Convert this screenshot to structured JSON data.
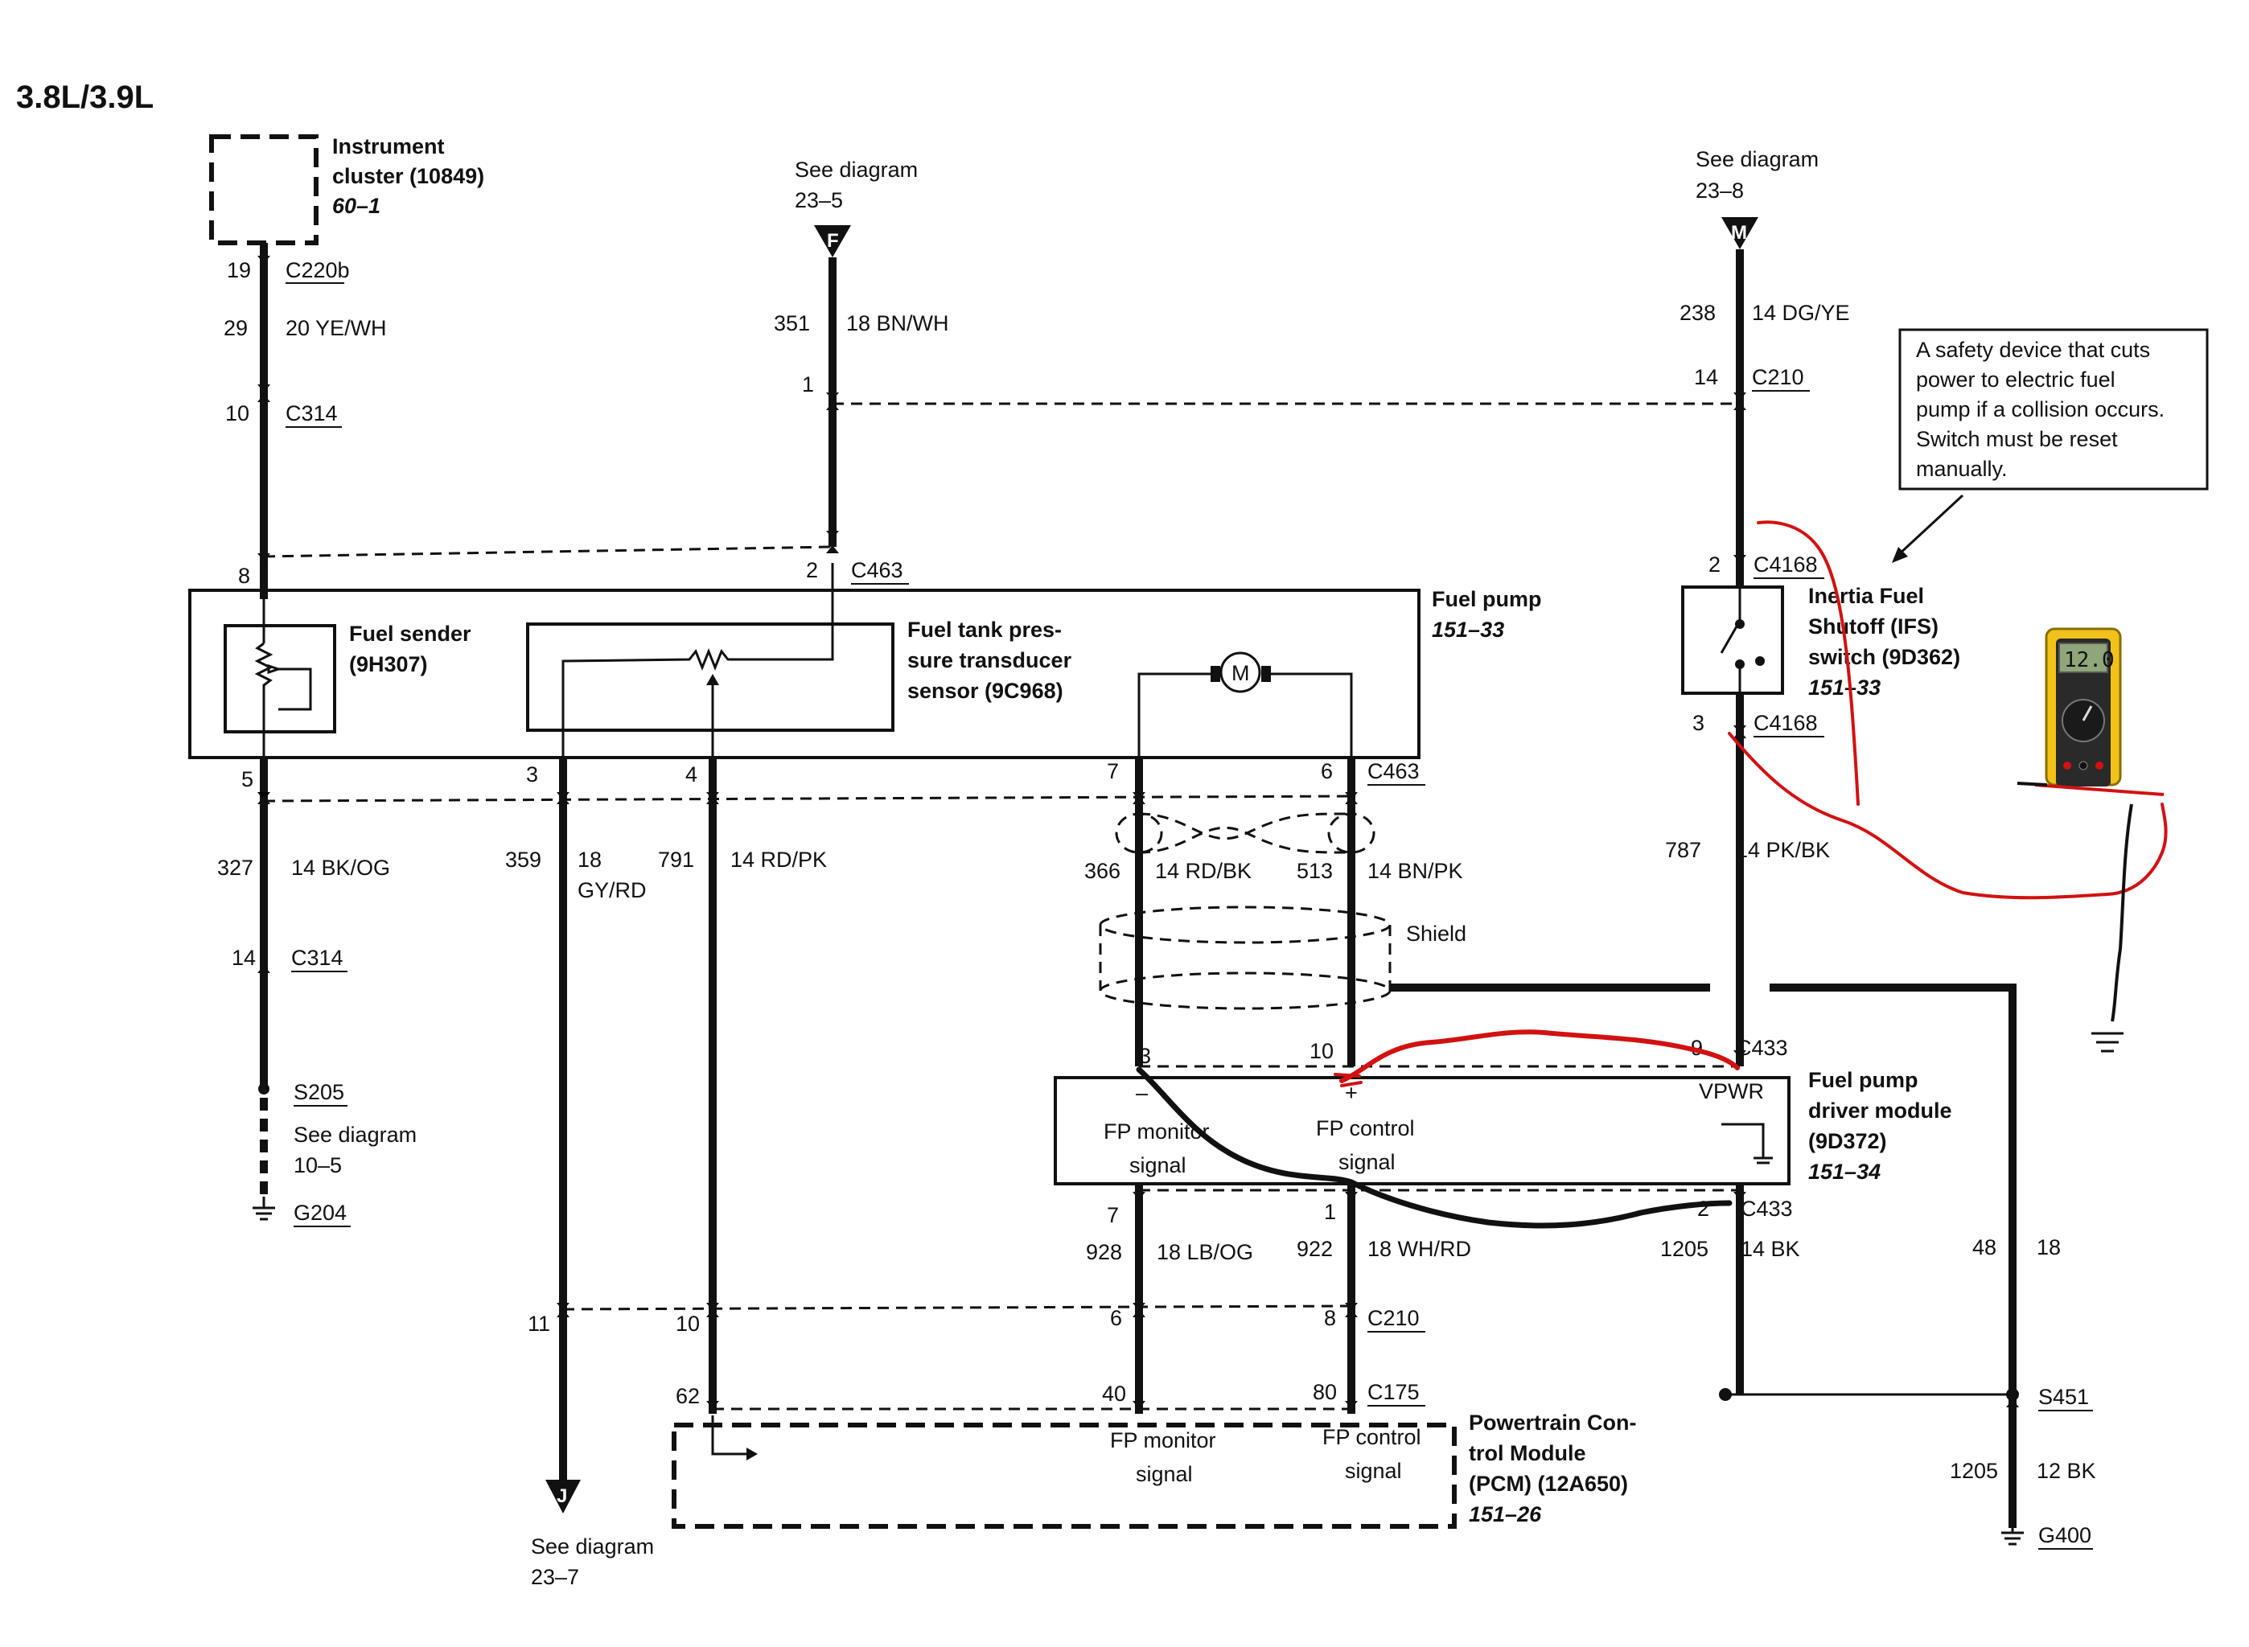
{
  "title": "3.8L/3.9L",
  "components": {
    "instrument_cluster": {
      "name_l1": "Instrument",
      "name_l2": "cluster (10849)",
      "ref": "60–1"
    },
    "fuel_pump": {
      "name": "Fuel pump",
      "ref": "151–33"
    },
    "fuel_sender": {
      "name_l1": "Fuel sender",
      "name_l2": "(9H307)"
    },
    "fuel_tank_sensor": {
      "name_l1": "Fuel tank pres-",
      "name_l2": "sure transducer",
      "name_l3": "sensor (9C968)"
    },
    "motor_symbol": "M",
    "ifs_switch": {
      "name_l1": "Inertia Fuel",
      "name_l2": "Shutoff (IFS)",
      "name_l3": "switch (9D362)",
      "ref": "151–33"
    },
    "fpdm": {
      "name_l1": "Fuel pump",
      "name_l2": "driver module",
      "name_l3": "(9D372)",
      "ref": "151–34",
      "vpwr": "VPWR",
      "minus": "–",
      "plus": "+",
      "monitor_l1": "FP monitor",
      "monitor_l2": "signal",
      "control_l1": "FP control",
      "control_l2": "signal"
    },
    "pcm": {
      "name_l1": "Powertrain Con-",
      "name_l2": "trol Module",
      "name_l3": "(PCM) (12A650)",
      "ref": "151–26",
      "monitor_l1": "FP monitor",
      "monitor_l2": "signal",
      "control_l1": "FP control",
      "control_l2": "signal"
    },
    "shield": "Shield"
  },
  "callout": {
    "lines": [
      "A safety device that cuts",
      "power to electric fuel",
      "pump if a collision occurs.",
      "Switch must be reset",
      "manually."
    ]
  },
  "see_diagram": {
    "f": {
      "label": "See diagram",
      "ref": "23–5",
      "letter": "F"
    },
    "m": {
      "label": "See diagram",
      "ref": "23–8",
      "letter": "M"
    },
    "j": {
      "label": "See diagram",
      "ref": "23–7",
      "letter": "J"
    },
    "s205": {
      "label": "See diagram",
      "ref": "10–5"
    }
  },
  "connectors": {
    "c220b": "C220b",
    "c314_top": "C314",
    "c314_bot": "C314",
    "c463_top": "C463",
    "c463_bot": "C463",
    "c210_top": "C210",
    "c210_bot": "C210",
    "c4168_top": "C4168",
    "c4168_bot": "C4168",
    "c433_top": "C433",
    "c433_bot": "C433",
    "c175": "C175",
    "s205": "S205",
    "g204": "G204",
    "s451": "S451",
    "g400": "G400"
  },
  "pins": {
    "p19": "19",
    "p10_c314": "10",
    "p8": "8",
    "p5": "5",
    "p14_c314": "14",
    "p1_c210": "1",
    "p2_c463": "2",
    "p3_sensor": "3",
    "p4_sensor": "4",
    "p7_c463": "7",
    "p6_c463": "6",
    "p14_c210": "14",
    "p2_c4168": "2",
    "p3_c4168": "3",
    "p3_c433": "3",
    "p10_c433": "10",
    "p9_c433": "9",
    "p7_c433": "7",
    "p1_c433": "1",
    "p2_c433": "2",
    "p11": "11",
    "p10_c210": "10",
    "p6_c210": "6",
    "p8_c210": "8",
    "p62": "62",
    "p40": "40",
    "p80": "80"
  },
  "circuits": {
    "c29": {
      "num": "29",
      "wire": "20 YE/WH"
    },
    "c351": {
      "num": "351",
      "wire": "18 BN/WH"
    },
    "c238": {
      "num": "238",
      "wire": "14 DG/YE"
    },
    "c327": {
      "num": "327",
      "wire": "14 BK/OG"
    },
    "c359": {
      "num": "359",
      "wire_l1": "18",
      "wire_l2": "GY/RD"
    },
    "c791": {
      "num": "791",
      "wire": "14 RD/PK"
    },
    "c366": {
      "num": "366",
      "wire": "14 RD/BK"
    },
    "c513": {
      "num": "513",
      "wire": "14 BN/PK"
    },
    "c787": {
      "num": "787",
      "wire": "14 PK/BK"
    },
    "c928": {
      "num": "928",
      "wire": "18 LB/OG"
    },
    "c922": {
      "num": "922",
      "wire": "18 WH/RD"
    },
    "c1205_top": {
      "num": "1205",
      "wire": "14 BK"
    },
    "c48": {
      "num": "48",
      "wire": "18"
    },
    "c1205_bot": {
      "num": "1205",
      "wire": "12 BK"
    }
  },
  "multimeter": {
    "reading": "12.0"
  },
  "colors": {
    "ink": "#111111",
    "annotation": "#d21111",
    "meter_body": "#f2c21a",
    "meter_screen": "#8fa67a"
  }
}
